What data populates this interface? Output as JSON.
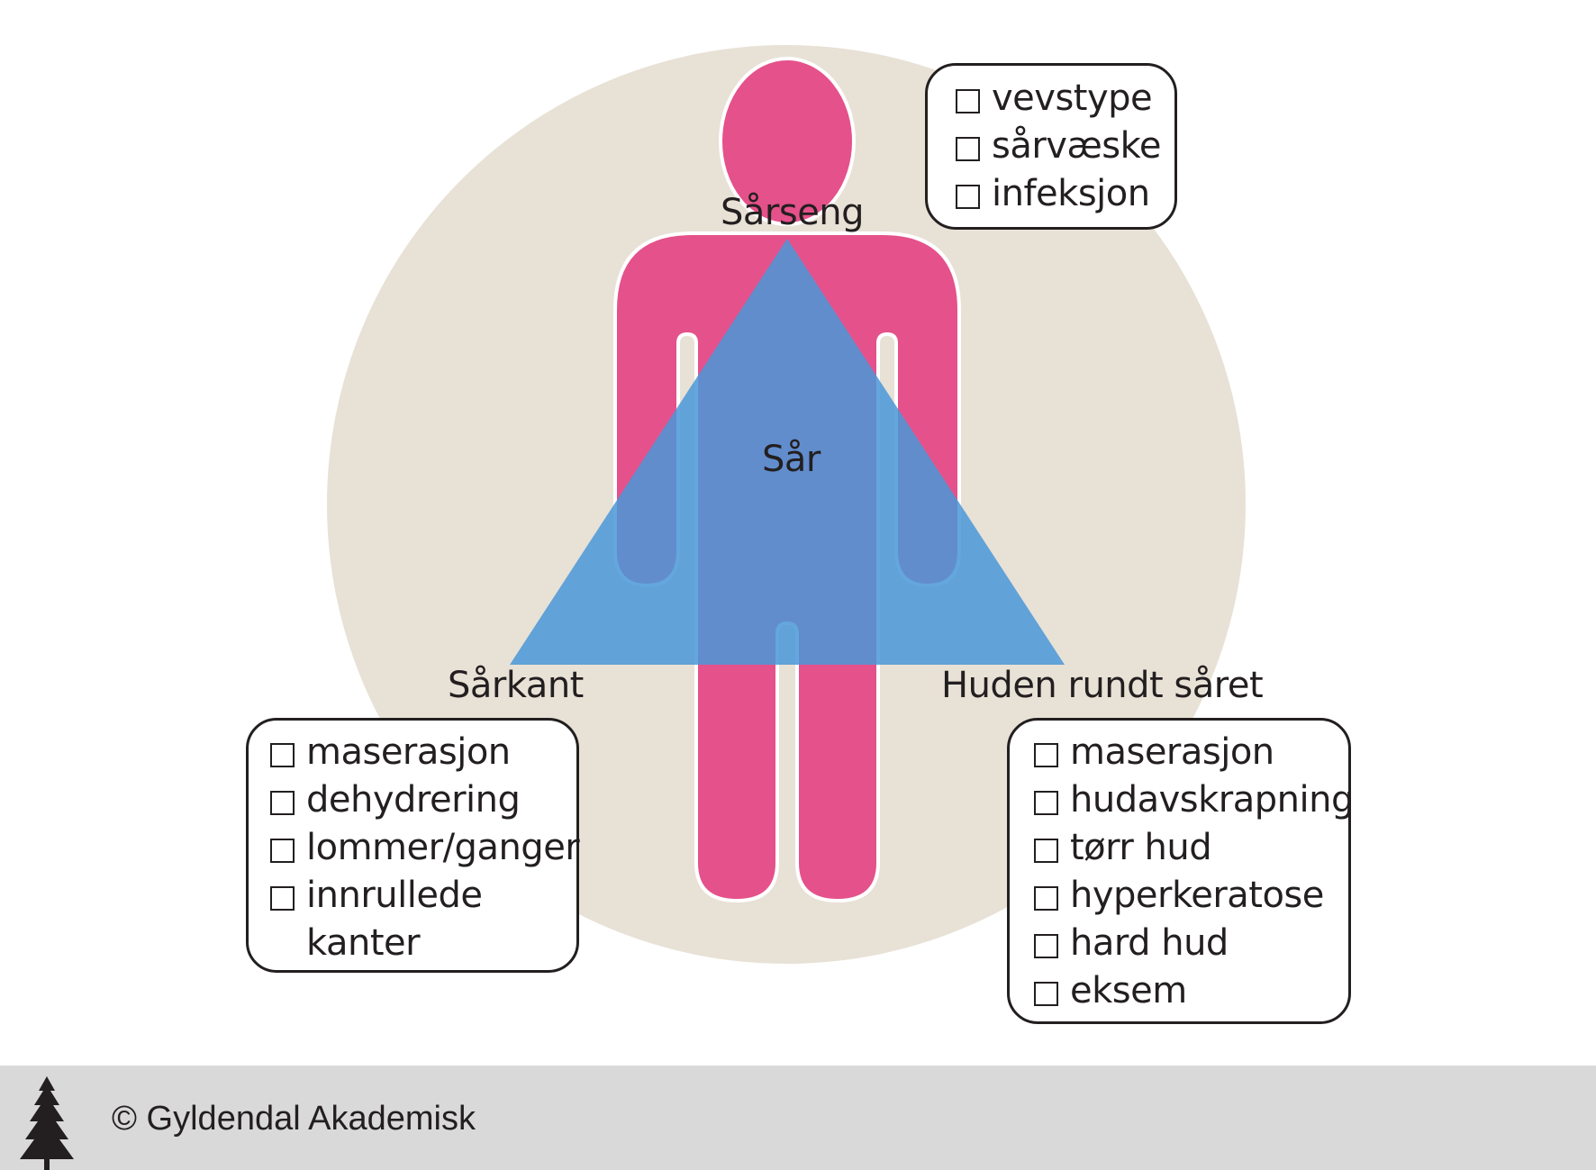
{
  "colors": {
    "background_circle": "#e8e1d6",
    "figure": "#e5518a",
    "triangle": "#4a97d8",
    "footer_bg": "#d9d9d9",
    "text": "#231f20"
  },
  "center_label": "Sår",
  "top_label": "Sårseng",
  "left_label": "Sårkant",
  "right_label": "Huden rundt såret",
  "top_box": {
    "items": [
      {
        "text": "vevstype"
      },
      {
        "text": "sårvæske"
      },
      {
        "text": "infeksjon"
      }
    ]
  },
  "left_box": {
    "items": [
      {
        "text": "maserasjon"
      },
      {
        "text": "dehydrering"
      },
      {
        "text": "lommer/ganger"
      },
      {
        "text": "innrullede",
        "continuation": "kanter"
      }
    ]
  },
  "right_box": {
    "items": [
      {
        "text": "maserasjon"
      },
      {
        "text": "hudavskrapning"
      },
      {
        "text": "tørr hud"
      },
      {
        "text": "hyperkeratose"
      },
      {
        "text": "hard hud"
      },
      {
        "text": "eksem"
      }
    ]
  },
  "footer": {
    "copyright": "© Gyldendal Akademisk",
    "logo_icon": "spruce-tree-icon"
  }
}
